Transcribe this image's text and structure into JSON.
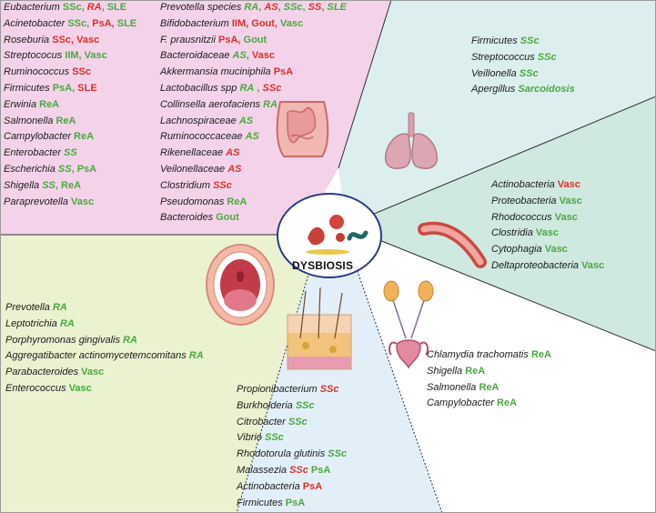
{
  "center_label": "DYSBIOSIS",
  "colors": {
    "green": "#4aa83e",
    "red": "#d9302c",
    "pink_region": "#f4d3ea",
    "blue_region": "#dcefee",
    "teal_region": "#cfe8e0",
    "green_region": "#eaf2d0",
    "lightblue_region": "#e3eff8",
    "white_region": "#ffffff"
  },
  "icons": [
    "intestine-icon",
    "lungs-icon",
    "artery-icon",
    "urogenital-icon",
    "skin-icon",
    "mouth-icon",
    "microbes-icon"
  ],
  "regions": {
    "gut_left": [
      [
        {
          "t": "Eubacterium ",
          "s": "org"
        },
        {
          "t": "SSc, ",
          "s": "g"
        },
        {
          "t": "RA",
          "s": "ri"
        },
        {
          "t": ", SLE",
          "s": "g"
        }
      ],
      [
        {
          "t": "Acinetobacter ",
          "s": "org"
        },
        {
          "t": "SSc, ",
          "s": "g"
        },
        {
          "t": "PsA, ",
          "s": "r"
        },
        {
          "t": "SLE",
          "s": "g"
        }
      ],
      [
        {
          "t": "Roseburia ",
          "s": "org"
        },
        {
          "t": "SSc, Vasc",
          "s": "r"
        }
      ],
      [
        {
          "t": "Streptococus ",
          "s": "org"
        },
        {
          "t": "IIM, Vasc",
          "s": "g"
        }
      ],
      [
        {
          "t": "Ruminococcus ",
          "s": "org"
        },
        {
          "t": "SSc",
          "s": "r"
        }
      ],
      [
        {
          "t": "Firmicutes ",
          "s": "org"
        },
        {
          "t": "PsA, ",
          "s": "g"
        },
        {
          "t": "SLE",
          "s": "r"
        }
      ],
      [
        {
          "t": "Erwinia ",
          "s": "org"
        },
        {
          "t": "ReA",
          "s": "g"
        }
      ],
      [
        {
          "t": "Salmonella ",
          "s": "org"
        },
        {
          "t": "ReA",
          "s": "g"
        }
      ],
      [
        {
          "t": "Campylobacter ",
          "s": "org"
        },
        {
          "t": "ReA",
          "s": "g"
        }
      ],
      [
        {
          "t": "Enterobacter ",
          "s": "org"
        },
        {
          "t": "SS",
          "s": "gi"
        }
      ],
      [
        {
          "t": "Escherichia ",
          "s": "org"
        },
        {
          "t": "SS",
          "s": "gi"
        },
        {
          "t": ", PsA",
          "s": "g"
        }
      ],
      [
        {
          "t": "Shigella ",
          "s": "org"
        },
        {
          "t": "SS",
          "s": "gi"
        },
        {
          "t": ", ReA",
          "s": "g"
        }
      ],
      [
        {
          "t": "Paraprevotella ",
          "s": "org"
        },
        {
          "t": "Vasc",
          "s": "g"
        }
      ]
    ],
    "gut_right": [
      [
        {
          "t": "Prevotella species ",
          "s": "org"
        },
        {
          "t": "RA",
          "s": "gi"
        },
        {
          "t": ", ",
          "s": "g"
        },
        {
          "t": "AS",
          "s": "ri"
        },
        {
          "t": ", ",
          "s": "g"
        },
        {
          "t": "SSc",
          "s": "gi"
        },
        {
          "t": ", ",
          "s": "g"
        },
        {
          "t": "SS",
          "s": "ri"
        },
        {
          "t": ", ",
          "s": "g"
        },
        {
          "t": "SLE",
          "s": "gi"
        }
      ],
      [
        {
          "t": "Bifidobacterium ",
          "s": "org"
        },
        {
          "t": "IIM, Gout, ",
          "s": "r"
        },
        {
          "t": "Vasc",
          "s": "g"
        }
      ],
      [
        {
          "t": "F. prausnitzii ",
          "s": "org"
        },
        {
          "t": "PsA, ",
          "s": "r"
        },
        {
          "t": "Gout",
          "s": "g"
        }
      ],
      [
        {
          "t": "Bacteroidaceae ",
          "s": "org"
        },
        {
          "t": "AS",
          "s": "gi"
        },
        {
          "t": ", ",
          "s": "g"
        },
        {
          "t": "Vasc",
          "s": "r"
        }
      ],
      [
        {
          "t": "Akkermansia muciniphila ",
          "s": "org"
        },
        {
          "t": "PsA",
          "s": "r"
        }
      ],
      [
        {
          "t": "Lactobacillus spp ",
          "s": "org"
        },
        {
          "t": "RA",
          "s": "gi"
        },
        {
          "t": " , ",
          "s": "g"
        },
        {
          "t": "SSc",
          "s": "ri"
        }
      ],
      [
        {
          "t": "Collinsella aerofaciens ",
          "s": "org"
        },
        {
          "t": "RA",
          "s": "gi"
        }
      ],
      [
        {
          "t": "Lachnospiraceae ",
          "s": "org"
        },
        {
          "t": "AS",
          "s": "gi"
        }
      ],
      [
        {
          "t": "Ruminococcaceae ",
          "s": "org"
        },
        {
          "t": "AS",
          "s": "gi"
        }
      ],
      [
        {
          "t": "Rikenellaceae ",
          "s": "org"
        },
        {
          "t": "AS",
          "s": "ri"
        }
      ],
      [
        {
          "t": "Veilonellaceae ",
          "s": "org"
        },
        {
          "t": "AS",
          "s": "ri"
        }
      ],
      [
        {
          "t": "Clostridium ",
          "s": "org"
        },
        {
          "t": "SSc",
          "s": "ri"
        }
      ],
      [
        {
          "t": "Pseudomonas ",
          "s": "org"
        },
        {
          "t": "ReA",
          "s": "g"
        }
      ],
      [
        {
          "t": "Bacteroides ",
          "s": "org"
        },
        {
          "t": "Gout",
          "s": "g"
        }
      ]
    ],
    "lungs": [
      [
        {
          "t": "Firmicutes ",
          "s": "org"
        },
        {
          "t": "SSc",
          "s": "gi"
        }
      ],
      [
        {
          "t": "Streptococcus ",
          "s": "org"
        },
        {
          "t": "SSc",
          "s": "gi"
        }
      ],
      [
        {
          "t": "Veillonella ",
          "s": "org"
        },
        {
          "t": "SSc",
          "s": "gi"
        }
      ],
      [
        {
          "t": "Apergillus ",
          "s": "org"
        },
        {
          "t": "Sarcoidosis",
          "s": "gi"
        }
      ]
    ],
    "vascular": [
      [
        {
          "t": "Actinobacteria ",
          "s": "org"
        },
        {
          "t": "Vasc",
          "s": "r"
        }
      ],
      [
        {
          "t": "Proteobacteria ",
          "s": "org"
        },
        {
          "t": "Vasc",
          "s": "g"
        }
      ],
      [
        {
          "t": "Rhodococcus ",
          "s": "org"
        },
        {
          "t": "Vasc",
          "s": "g"
        }
      ],
      [
        {
          "t": "Clostridia ",
          "s": "org"
        },
        {
          "t": "Vasc",
          "s": "g"
        }
      ],
      [
        {
          "t": "Cytophagia ",
          "s": "org"
        },
        {
          "t": "Vasc",
          "s": "g"
        }
      ],
      [
        {
          "t": "Deltaproteobacteria ",
          "s": "org"
        },
        {
          "t": "Vasc",
          "s": "g"
        }
      ]
    ],
    "oral": [
      [
        {
          "t": "Prevotella ",
          "s": "org"
        },
        {
          "t": "RA",
          "s": "gi"
        }
      ],
      [
        {
          "t": "Leptotrichia ",
          "s": "org"
        },
        {
          "t": "RA",
          "s": "gi"
        }
      ],
      [
        {
          "t": "Porphyromonas gingivalis ",
          "s": "org"
        },
        {
          "t": "RA",
          "s": "gi"
        }
      ],
      [
        {
          "t": "Aggregatibacter actinomycetemcomitans  ",
          "s": "org"
        },
        {
          "t": "RA",
          "s": "gi"
        }
      ],
      [
        {
          "t": "Parabacteroides ",
          "s": "org"
        },
        {
          "t": "Vasc",
          "s": "g"
        }
      ],
      [
        {
          "t": " Enterococcus ",
          "s": "org"
        },
        {
          "t": "Vasc",
          "s": "g"
        }
      ]
    ],
    "skin": [
      [
        {
          "t": "Propionibacterium  ",
          "s": "org"
        },
        {
          "t": "SSc",
          "s": "ri"
        }
      ],
      [
        {
          "t": "Burkholderia  ",
          "s": "org"
        },
        {
          "t": "SSc",
          "s": "gi"
        }
      ],
      [
        {
          "t": "Citrobacter  ",
          "s": "org"
        },
        {
          "t": "SSc",
          "s": "gi"
        }
      ],
      [
        {
          "t": "Vibrio  ",
          "s": "org"
        },
        {
          "t": "SSc",
          "s": "gi"
        }
      ],
      [
        {
          "t": "Rhodotorula glutinis  ",
          "s": "org"
        },
        {
          "t": "SSc",
          "s": "gi"
        }
      ],
      [
        {
          "t": "Malassezia ",
          "s": "org"
        },
        {
          "t": "SSc",
          "s": "ri"
        },
        {
          "t": " PsA",
          "s": "g"
        }
      ],
      [
        {
          "t": "Actinobacteria ",
          "s": "org"
        },
        {
          "t": "PsA",
          "s": "r"
        }
      ],
      [
        {
          "t": "Firmicutes ",
          "s": "org"
        },
        {
          "t": "PsA",
          "s": "g"
        }
      ]
    ],
    "urogenital": [
      [
        {
          "t": "Chlamydia trachomatis ",
          "s": "org"
        },
        {
          "t": "ReA",
          "s": "g"
        }
      ],
      [
        {
          "t": "Shigella  ",
          "s": "org"
        },
        {
          "t": "ReA",
          "s": "g"
        }
      ],
      [
        {
          "t": "Salmonella ",
          "s": "org"
        },
        {
          "t": "ReA",
          "s": "g"
        }
      ],
      [
        {
          "t": "Campylobacter ",
          "s": "org"
        },
        {
          "t": "ReA",
          "s": "g"
        }
      ]
    ]
  }
}
